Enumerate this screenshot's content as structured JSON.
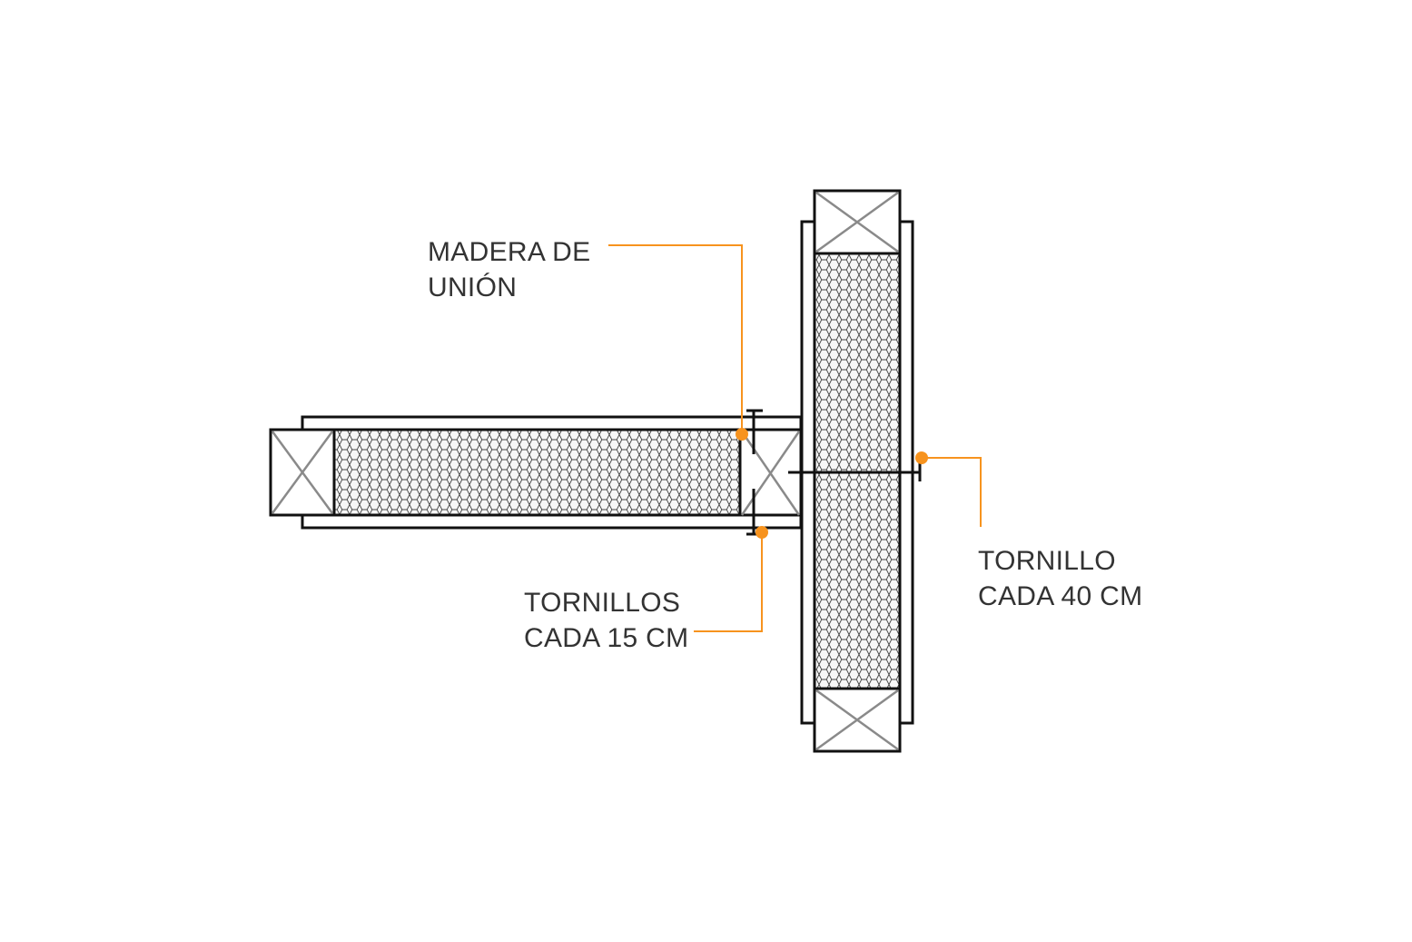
{
  "labels": {
    "madera": [
      "MADERA DE",
      "UNIÓN"
    ],
    "tornillos": [
      "TORNILLOS",
      "CADA 15 CM"
    ],
    "tornillo": [
      "TORNILLO",
      "CADA 40 CM"
    ]
  },
  "colors": {
    "accent": "#F7931E",
    "line": "#111111",
    "stud_cross": "#8a8a8a"
  }
}
